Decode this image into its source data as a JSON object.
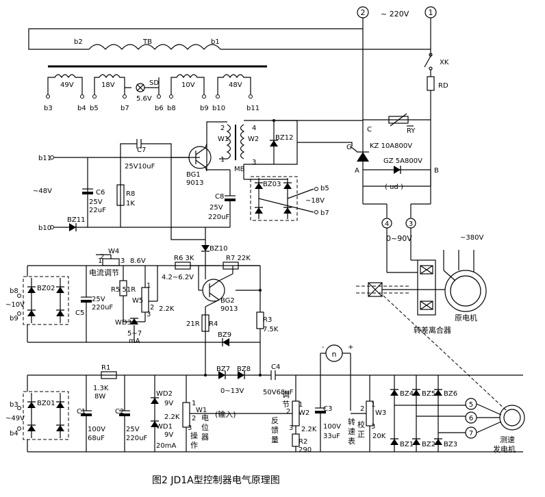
{
  "caption": "图2 JD1A型控制器电气原理图",
  "supply": {
    "term1": "1",
    "term2": "2",
    "voltage": "~ 220V"
  },
  "transformer": {
    "name": "TB",
    "b1": "b1",
    "b2": "b2",
    "taps": [
      "49V",
      "18V",
      "10V",
      "48V"
    ],
    "terms": [
      "b3",
      "b4",
      "b5",
      "b7",
      "b6",
      "b8",
      "b9",
      "b10",
      "b11"
    ],
    "lamp": "SD",
    "lamp_v": "5.6V"
  },
  "switch": "XK",
  "fuse": "RD",
  "ry": "RY",
  "scr": {
    "c": "C",
    "g": "G",
    "a": "A",
    "b": "B",
    "kz": "KZ  10A800V",
    "gz": "GZ  5A800V",
    "ud": "( ud )"
  },
  "pulse_tf": {
    "w1": "W1",
    "w2": "W2",
    "n2": "2",
    "n1": "1",
    "n4": "4",
    "n3": "3",
    "mb": "MB",
    "bz12": "BZ12"
  },
  "bz03": {
    "name": "BZ03",
    "b5": "b5",
    "b7": "b7",
    "v": "~18V"
  },
  "power48": {
    "b11": "b11",
    "b10": "b10",
    "v": "~48V",
    "bz11": "BZ11",
    "c6": [
      "C6",
      "25V",
      "22uF"
    ],
    "r8": [
      "R8",
      "1K"
    ]
  },
  "c7": [
    "C7",
    "25V10uF"
  ],
  "bg1": [
    "BG1",
    "9013"
  ],
  "c8": [
    "C8",
    "25V",
    "220uF"
  ],
  "bz10": "BZ10",
  "output": {
    "t4": "4",
    "t3": "3",
    "range": "0~90V"
  },
  "motor": {
    "v": "~380V",
    "name": "原电机",
    "clutch": "转差离合器"
  },
  "tacho": {
    "name": "测速",
    "name2": "发电机",
    "t5": "5",
    "t6": "6",
    "t7": "7"
  },
  "w4": {
    "name": "W4",
    "n1": "1",
    "n2": "2",
    "n3": "3",
    "v": "8.6V",
    "label": "电流调节"
  },
  "bz02": {
    "name": "BZ02",
    "b8": "b8",
    "b9": "b9",
    "v": "~10V"
  },
  "c5": [
    "C5",
    "25V",
    "220uF"
  ],
  "r5": "R5 51R",
  "w5": {
    "name": "W5",
    "n1": "1",
    "n2": "2",
    "n3": "3",
    "r": "2.2K"
  },
  "wd3": {
    "name": "WD3",
    "v": "5~7",
    "unit": "mA"
  },
  "r6": "R6 3K",
  "range42": "4.2~6.2V",
  "r7": "R7 22K",
  "bg2": [
    "BG2",
    "9013"
  ],
  "r4": [
    "21R",
    "R4"
  ],
  "r3": [
    "R3",
    "7.5K"
  ],
  "bz9": "BZ9",
  "bz7": "BZ7",
  "bz8": "BZ8",
  "range13": "0~13V",
  "c4": [
    "C4",
    "50V68uF"
  ],
  "gen": {
    "sym": "n",
    "minus": "-",
    "plus": "+"
  },
  "bz01": {
    "name": "BZ01",
    "b3": "b3",
    "b4": "b4",
    "v": "~49V"
  },
  "r1": [
    "R1",
    "1.3K",
    "8W"
  ],
  "c1": [
    "C1",
    "100V",
    "68uF"
  ],
  "c2": [
    "C2",
    "25V",
    "220uF"
  ],
  "wd2": [
    "WD2",
    "9V"
  ],
  "wd1": [
    "WD1",
    "9V",
    "20mA"
  ],
  "w1": {
    "name": "W1",
    "n1": "1",
    "n2": "2",
    "n3": "3",
    "r": "2.2K",
    "label": [
      "操",
      "作",
      "电",
      "位",
      "器"
    ]
  },
  "input": "(输入)",
  "w2": {
    "name": "W2",
    "n1": "1",
    "n2": "2",
    "n3": "3",
    "r": "2.2K",
    "label": [
      "反",
      "馈",
      "量",
      "调",
      "节"
    ]
  },
  "r2": [
    "R2",
    "290"
  ],
  "c3": [
    "C3",
    "100V",
    "33uF"
  ],
  "w3": {
    "name": "W3",
    "n1": "1",
    "n2": "2",
    "n3": "3",
    "r": "20K",
    "label": [
      "转",
      "速",
      "表",
      "校",
      "正"
    ]
  },
  "bz_right": [
    "BZ4",
    "BZ5",
    "BZ6",
    "BZ1",
    "BZ2",
    "BZ3"
  ]
}
